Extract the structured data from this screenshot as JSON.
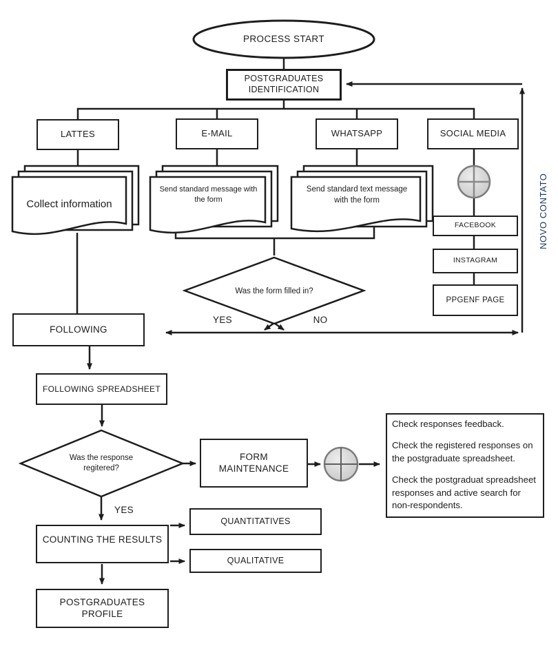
{
  "title": "Postgraduates identification process flowchart",
  "colors": {
    "line": "#1d1d1d",
    "connector_fill": "#d9d9d9",
    "connector_stroke": "#7c7c7c",
    "novo_contato_text": "#1f3864"
  },
  "nodes": {
    "process_start": "PROCESS START",
    "postgraduates_identification": "POSTGRADUATES IDENTIFICATION",
    "lattes": "LATTES",
    "email": "E-MAIL",
    "whatsapp": "WHATSAPP",
    "social_media": "SOCIAL MEDIA",
    "collect_information": "Collect information",
    "email_message": "Send standard message with the form",
    "whatsapp_message": "Send standard text message with the form",
    "facebook": "FACEBOOK",
    "instagram": "INSTAGRAM",
    "ppgenf_page": "PPGENF PAGE",
    "novo_contato": "NOVO CONTATO",
    "decision_form_filled": "Was the form filled in?",
    "label_yes": "YES",
    "label_no": "NO",
    "following": "FOLLOWING",
    "following_spreadsheet": "FOLLOWING SPREADSHEET",
    "decision_response_registered": "Was the response regitered?",
    "label_yes_2": "YES",
    "form_maintenance": "FORM MAINTENANCE",
    "counting_the_results": "COUNTING THE RESULTS",
    "quantitatives": "QUANTITATIVES",
    "qualitative": "QUALITATIVE",
    "postgraduates_profile": "POSTGRADUATES PROFILE"
  },
  "notes": {
    "line1": "Check responses feedback.",
    "line2": "Check the registered responses on the postgraduate spreadsheet.",
    "line3": "Check the postgraduat spreadsheet responses and active search for non-respondents."
  }
}
